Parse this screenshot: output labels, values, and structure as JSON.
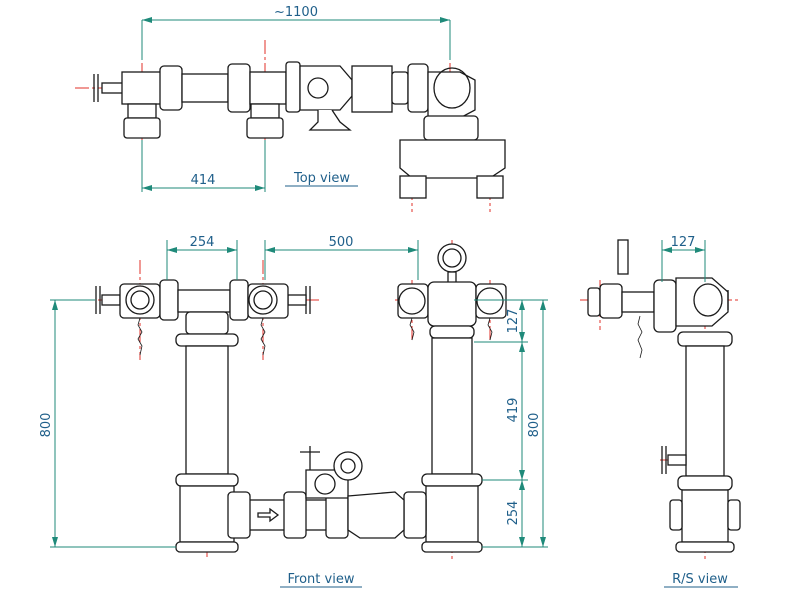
{
  "captions": {
    "top": "Top view",
    "front": "Front view",
    "side": "R/S view"
  },
  "dimensions": {
    "top_overall": "~1100",
    "top_spacing": "414",
    "front_spacing_left": "254",
    "front_spacing_right": "500",
    "front_height_left": "800",
    "front_height_right": "800",
    "front_upper": "127",
    "front_mid": "419",
    "front_lower": "254",
    "side_offset": "127"
  },
  "colors": {
    "outline": "#1a1a1a",
    "centerline": "#e0302a",
    "dimension": "#1f8a7a",
    "text": "#1f5f8a"
  }
}
